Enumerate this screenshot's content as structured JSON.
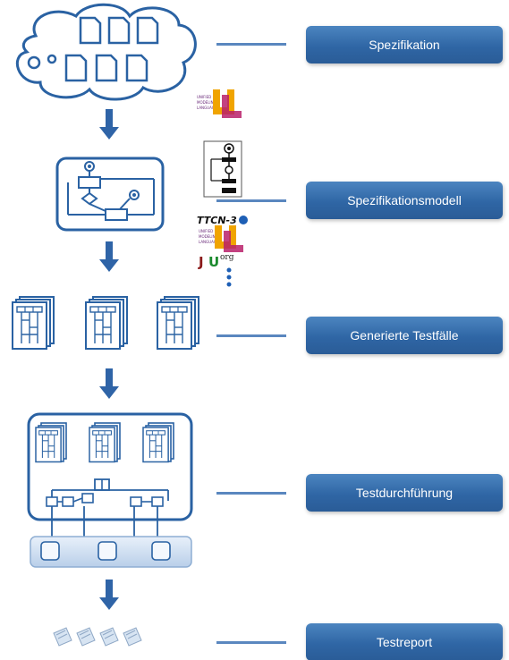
{
  "stages": [
    {
      "id": "spec",
      "label": "Spezifikation"
    },
    {
      "id": "model",
      "label": "Spezifikationsmodell"
    },
    {
      "id": "testcases",
      "label": "Generierte Testfälle"
    },
    {
      "id": "execution",
      "label": "Testdurchführung"
    },
    {
      "id": "report",
      "label": "Testreport"
    }
  ],
  "logos": {
    "ttcn": "TTCN-3",
    "org": "org"
  },
  "colors": {
    "accent": "#2f66a5",
    "line": "#5a87bf",
    "arrow": "#2f64a7",
    "icon_stroke": "#2a62a3"
  }
}
